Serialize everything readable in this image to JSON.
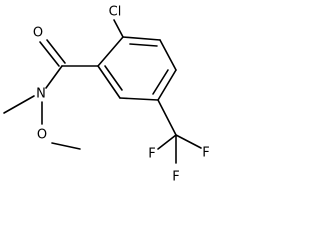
{
  "structure": {
    "atoms": {
      "chlorine": "Cl",
      "carbonyl_oxygen": "O",
      "nitrogen": "N",
      "methoxy_oxygen": "O",
      "fluorine_left": "F",
      "fluorine_right": "F",
      "fluorine_bottom": "F"
    }
  }
}
